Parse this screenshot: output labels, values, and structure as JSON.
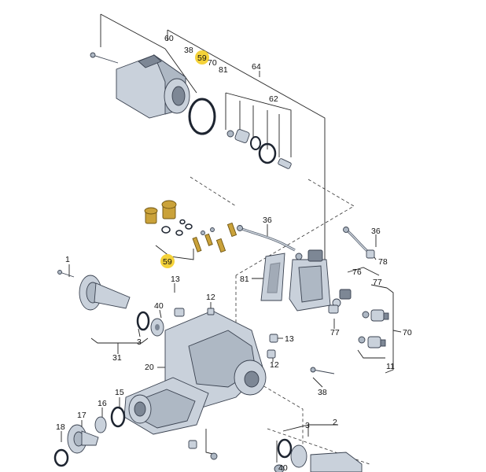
{
  "labels": {
    "l60": "60",
    "l38a": "38",
    "l59a": "59",
    "l70a": "70",
    "l81a": "81",
    "l64": "64",
    "l62": "62",
    "l36a": "36",
    "l36b": "36",
    "l78": "78",
    "l59b": "59",
    "l1": "1",
    "l13a": "13",
    "l81b": "81",
    "l76": "76",
    "l77a": "77",
    "l12a": "12",
    "l40": "40",
    "l3a": "3",
    "l77b": "77",
    "l70b": "70",
    "l13b": "13",
    "l12b": "12",
    "l31": "31",
    "l20": "20",
    "l11": "11",
    "l15": "15",
    "l38b": "38",
    "l16": "16",
    "l17": "17",
    "l18": "18",
    "l3b": "3",
    "l2": "2",
    "l40b": "40"
  },
  "colors": {
    "highlight": "#f4d23a",
    "brass": "#caa23a",
    "metal": "#c9d1db"
  }
}
